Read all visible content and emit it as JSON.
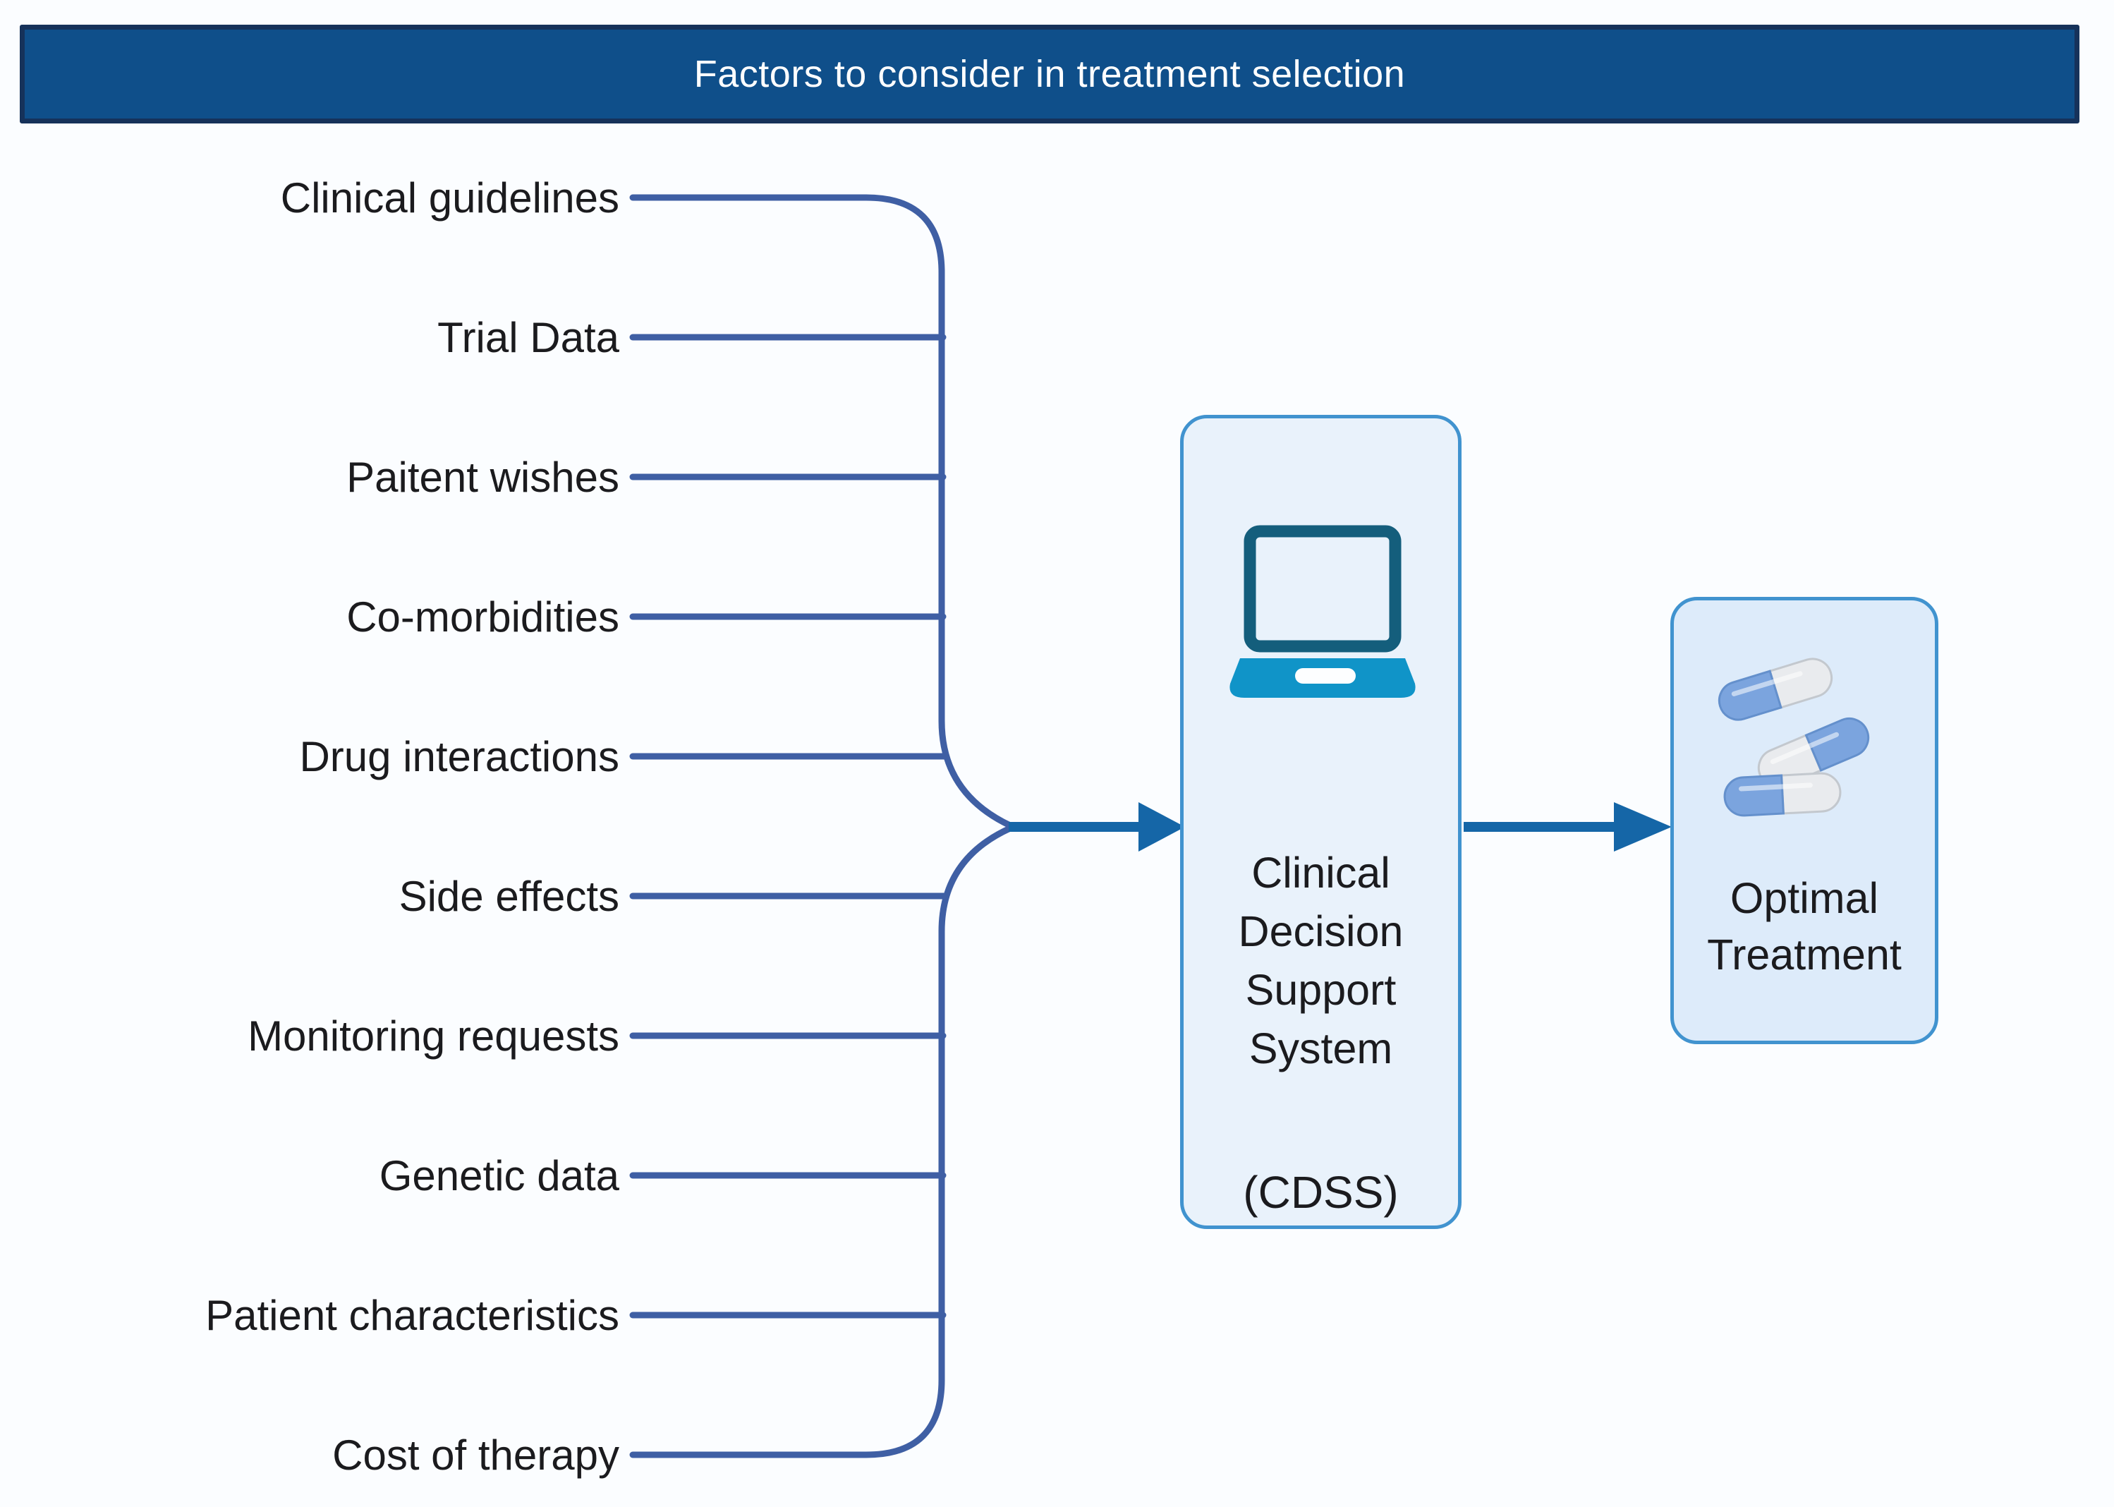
{
  "title": {
    "text": "Factors to consider in treatment selection"
  },
  "factors": {
    "items": [
      "Clinical guidelines",
      "Trial Data",
      "Paitent wishes",
      "Co-morbidities",
      "Drug interactions",
      "Side effects",
      "Monitoring requests",
      "Genetic data",
      "Patient characteristics",
      "Cost of therapy"
    ]
  },
  "cdss": {
    "lines": [
      "Clinical",
      "Decision",
      "Support",
      "System"
    ],
    "abbreviation": "(CDSS)",
    "icon": "laptop-icon"
  },
  "optimal": {
    "lines": [
      "Optimal",
      "Treatment"
    ],
    "icon": "pills-icon"
  },
  "colors": {
    "background": "#fbfdff",
    "title_bar_fill": "#0f4f8a",
    "title_bar_border": "#16325a",
    "title_text": "#ffffff",
    "connector_line": "#3f5fa4",
    "arrow": "#1566a7",
    "box_border": "#4193cf",
    "cdss_box_fill": "#e9f2fb",
    "optimal_box_fill": "#ddebfa",
    "laptop_screen_stroke": "#145e7c",
    "laptop_base": "#1094c8",
    "pill_blue": "#7ba4de",
    "pill_white": "#e9ebee",
    "label_text": "#1b1b1e"
  }
}
